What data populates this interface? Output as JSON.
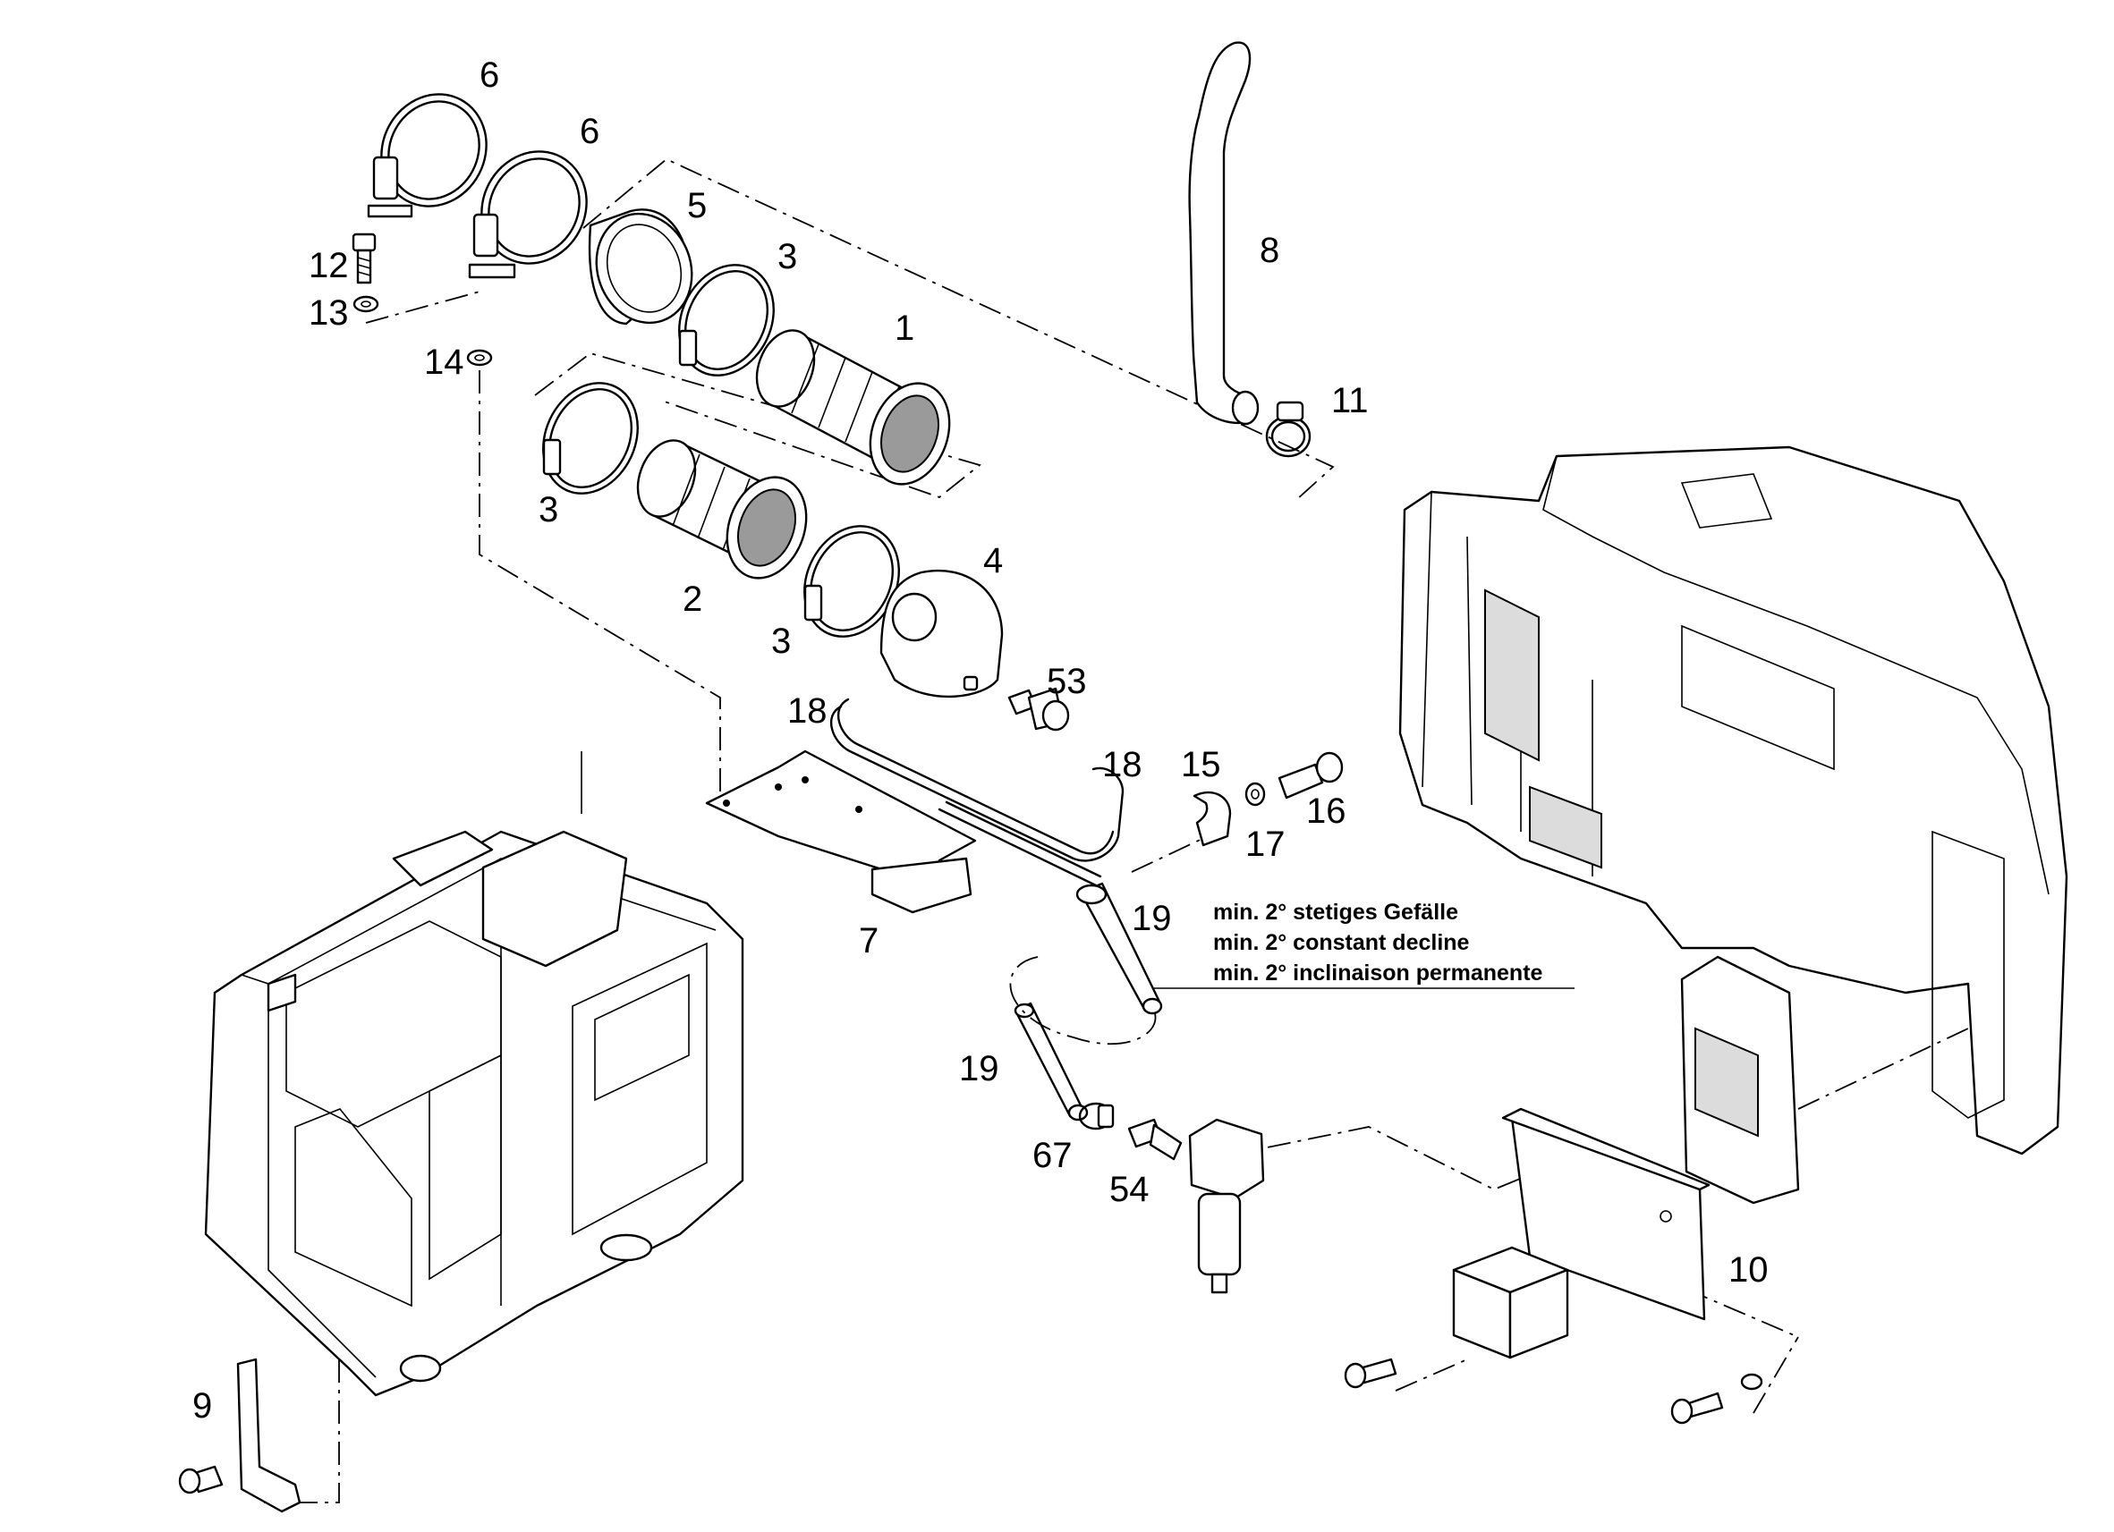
{
  "callouts": {
    "c1": "1",
    "c2": "2",
    "c3a": "3",
    "c3b": "3",
    "c3c": "3",
    "c4": "4",
    "c5": "5",
    "c6a": "6",
    "c6b": "6",
    "c7": "7",
    "c8": "8",
    "c9": "9",
    "c10": "10",
    "c11": "11",
    "c12": "12",
    "c13": "13",
    "c14": "14",
    "c15": "15",
    "c16": "16",
    "c17": "17",
    "c18a": "18",
    "c18b": "18",
    "c19a": "19",
    "c19b": "19",
    "c53": "53",
    "c54": "54",
    "c67": "67"
  },
  "notes": {
    "de": "min. 2° stetiges Gefälle",
    "en": "min. 2° constant decline",
    "fr": "min. 2° inclinaison permanente"
  }
}
